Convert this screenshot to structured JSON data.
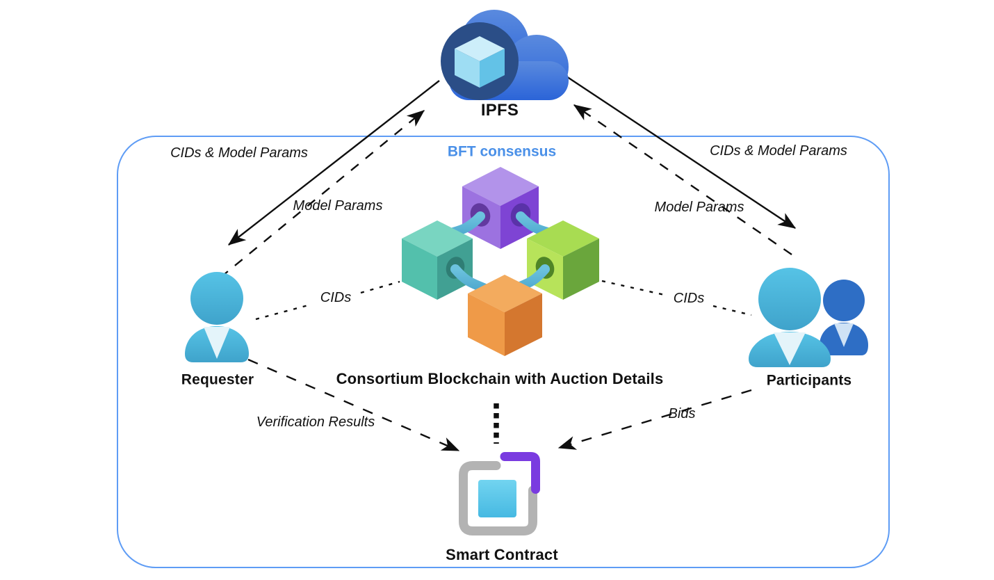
{
  "diagram": {
    "nodes": {
      "ipfs": {
        "label": "IPFS"
      },
      "blockchain": {
        "label": "Consortium Blockchain with Auction Details",
        "consensus_label": "BFT consensus"
      },
      "requester": {
        "label": "Requester"
      },
      "participants": {
        "label": "Participants"
      },
      "smart_contract": {
        "label": "Smart Contract"
      }
    },
    "edge_labels": {
      "cids_model_params_left": "CIDs & Model Params",
      "cids_model_params_right": "CIDs & Model Params",
      "model_params_left": "Model Params",
      "model_params_right": "Model Params",
      "cids_left": "CIDs",
      "cids_right": "CIDs",
      "verification_results": "Verification Results",
      "bids": "Bids"
    }
  },
  "colors": {
    "boundary": "#5e9cf5",
    "bft_text": "#4a90e8",
    "line": "#0f0f0f",
    "cloud_blue": "#3a72d8",
    "cloud_circle": "#2b4e87",
    "cloud_cube": "#9eddf3",
    "person_light": "#4ab9de",
    "person_dark": "#2e6ec5",
    "cube_purple": "#9c72e0",
    "cube_teal": "#53c0ac",
    "cube_green": "#9ed34c",
    "cube_orange": "#ef9a48",
    "tube": "#5cb5d8",
    "contract_gray": "#b3b3b3",
    "contract_purple": "#7a3be0",
    "contract_cyan": "#58c6ea"
  }
}
